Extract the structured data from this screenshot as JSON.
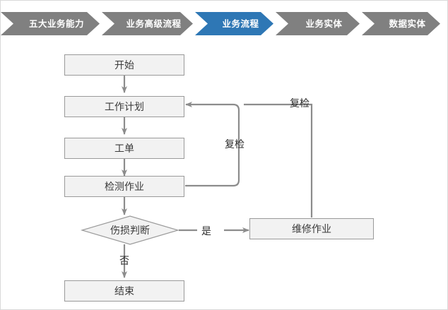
{
  "breadcrumb": {
    "active_color": "#2E77B5",
    "inactive_color": "#808080",
    "items": [
      {
        "label": "五大业务能力",
        "active": false
      },
      {
        "label": "业务高级流程",
        "active": false
      },
      {
        "label": "业务流程",
        "active": true
      },
      {
        "label": "业务实体",
        "active": false
      },
      {
        "label": "数据实体",
        "active": false
      }
    ]
  },
  "flowchart": {
    "node_fill": "#F2F2F2",
    "node_border": "#9A9A9A",
    "connector_color": "#8C8C8C",
    "nodes": [
      {
        "id": "start",
        "label": "开始"
      },
      {
        "id": "workplan",
        "label": "工作计划"
      },
      {
        "id": "workorder",
        "label": "工单"
      },
      {
        "id": "inspect",
        "label": "检测作业"
      },
      {
        "id": "decision",
        "label": "伤损判断"
      },
      {
        "id": "repair",
        "label": "维修作业"
      },
      {
        "id": "end",
        "label": "结束"
      }
    ],
    "edge_labels": [
      {
        "id": "recheck-inner",
        "label": "复检"
      },
      {
        "id": "recheck-outer",
        "label": "复检"
      },
      {
        "id": "yes",
        "label": "是"
      },
      {
        "id": "no",
        "label": "否"
      }
    ]
  }
}
